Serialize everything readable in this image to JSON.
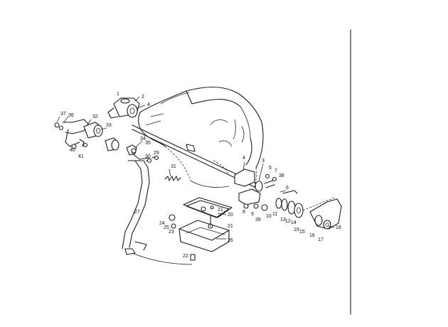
{
  "labels": [
    {
      "id": "l1",
      "text": "1"
    },
    {
      "id": "l2",
      "text": "2"
    },
    {
      "id": "l3",
      "text": "3"
    },
    {
      "id": "l4",
      "text": "4"
    },
    {
      "id": "l4b",
      "text": "4"
    },
    {
      "id": "l5",
      "text": "5"
    },
    {
      "id": "l6",
      "text": "6"
    },
    {
      "id": "l7",
      "text": "7"
    },
    {
      "id": "l8",
      "text": "8"
    },
    {
      "id": "l9",
      "text": "9"
    },
    {
      "id": "l10",
      "text": "10"
    },
    {
      "id": "l11",
      "text": "11"
    },
    {
      "id": "l12",
      "text": "12"
    },
    {
      "id": "l13",
      "text": "13"
    },
    {
      "id": "l14",
      "text": "14"
    },
    {
      "id": "l15",
      "text": "15"
    },
    {
      "id": "l16",
      "text": "16"
    },
    {
      "id": "l17",
      "text": "17"
    },
    {
      "id": "l18",
      "text": "18"
    },
    {
      "id": "l19",
      "text": "19"
    },
    {
      "id": "l20",
      "text": "20"
    },
    {
      "id": "l21",
      "text": "21"
    },
    {
      "id": "l21b",
      "text": "21"
    },
    {
      "id": "l22",
      "text": "22"
    },
    {
      "id": "l23",
      "text": "23"
    },
    {
      "id": "l24",
      "text": "24"
    },
    {
      "id": "l25",
      "text": "25"
    },
    {
      "id": "l26",
      "text": "26"
    },
    {
      "id": "l27",
      "text": "27"
    },
    {
      "id": "l29",
      "text": "29"
    },
    {
      "id": "l30",
      "text": "30"
    },
    {
      "id": "l31",
      "text": "31"
    },
    {
      "id": "l32",
      "text": "32"
    },
    {
      "id": "l33",
      "text": "33"
    },
    {
      "id": "l34",
      "text": "34"
    },
    {
      "id": "l35",
      "text": "35"
    },
    {
      "id": "l36",
      "text": "36"
    },
    {
      "id": "l37",
      "text": "37"
    },
    {
      "id": "l38",
      "text": "38"
    },
    {
      "id": "l39",
      "text": "39"
    },
    {
      "id": "l40",
      "text": "40"
    },
    {
      "id": "l41",
      "text": "41"
    }
  ]
}
